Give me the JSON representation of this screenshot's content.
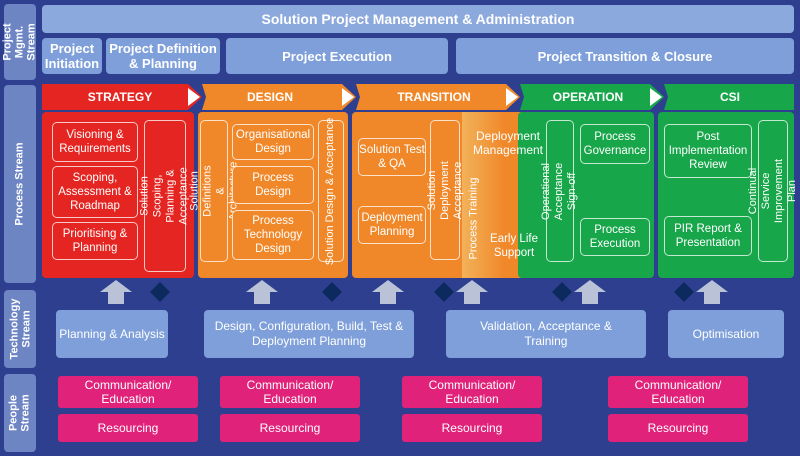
{
  "streams": {
    "pm": "Project Mgmt. Stream",
    "process": "Process Stream",
    "technology": "Technology Stream",
    "people": "People Stream"
  },
  "pm": {
    "title": "Solution Project Management & Administration",
    "initiation": "Project Initiation",
    "definition": "Project Definition & Planning",
    "execution": "Project Execution",
    "transition": "Project Transition & Closure"
  },
  "phases": {
    "strategy": "STRATEGY",
    "design": "DESIGN",
    "transition": "TRANSITION",
    "operation": "OPERATION",
    "csi": "CSI"
  },
  "strategy": {
    "visioning": "Visioning & Requirements",
    "scoping": "Scoping, Assessment & Roadmap",
    "prioritising": "Prioritising & Planning",
    "acceptance": "Solution Scoping, Planning & Acceptance"
  },
  "design": {
    "definitions": "Solution Definitions & Architecture",
    "org": "Organisational Design",
    "process": "Process Design",
    "tech": "Process Technology Design",
    "acceptance": "Solution Design & Acceptance"
  },
  "transition": {
    "test": "Solution Test & QA",
    "deploy_plan": "Deployment Planning",
    "deploy_accept": "Solution Deployment Acceptance",
    "deploy_mgmt": "Deployment Management",
    "training": "Process Training",
    "early_life": "Early Life Support"
  },
  "operation": {
    "signoff": "Operational Acceptance Sign-off",
    "governance": "Process Governance",
    "execution": "Process Execution"
  },
  "csi": {
    "pir": "Post Implementation Review",
    "pir_report": "PIR Report & Presentation",
    "plan": "Continual Service Improvement Plan"
  },
  "technology": {
    "planning": "Planning & Analysis",
    "design": "Design, Configuration, Build, Test & Deployment Planning",
    "validation": "Validation, Acceptance & Training",
    "optimisation": "Optimisation"
  },
  "people": {
    "communication": "Communication/ Education",
    "resourcing": "Resourcing"
  },
  "colors": {
    "strategy": "#e42521",
    "design": "#f0882a",
    "transition": "#f0882a",
    "operation": "#17a64a",
    "csi": "#17a64a"
  }
}
